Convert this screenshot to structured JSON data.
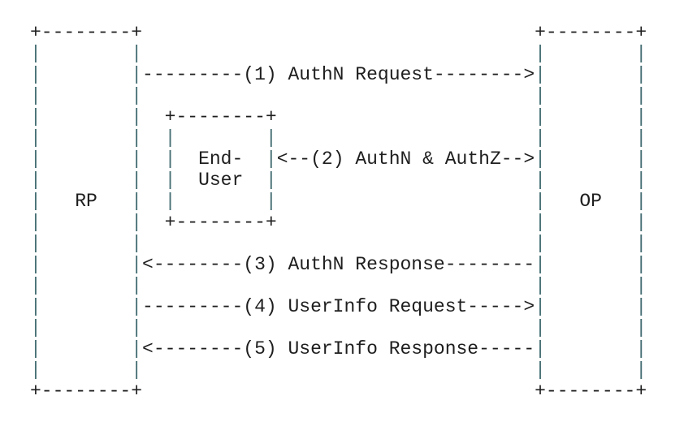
{
  "colors": {
    "background": "#ffffff",
    "text": "#1e1e1e",
    "pipe": "#466f74"
  },
  "diagram": {
    "participants": [
      {
        "id": "rp",
        "label": "RP"
      },
      {
        "id": "end_user",
        "label_line1": "End-",
        "label_line2": "User",
        "label": "End-User"
      },
      {
        "id": "op",
        "label": "OP"
      }
    ],
    "steps": [
      {
        "label": "(1) AuthN Request",
        "direction": "right"
      },
      {
        "label": "(2) AuthN & AuthZ",
        "direction": "both"
      },
      {
        "label": "(3) AuthN Response",
        "direction": "left"
      },
      {
        "label": "(4) UserInfo Request",
        "direction": "right"
      },
      {
        "label": "(5) UserInfo Response",
        "direction": "left"
      }
    ],
    "ascii_lines": [
      "+--------+                                   +--------+",
      "|        |                                   |        |",
      "|        |---------(1) AuthN Request-------->|        |",
      "|        |                                   |        |",
      "|        |  +--------+                       |        |",
      "|        |  |        |                       |        |",
      "|        |  |  End-  |<--(2) AuthN & AuthZ-->|        |",
      "|        |  |  User  |                       |        |",
      "|   RP   |  |        |                       |   OP   |",
      "|        |  +--------+                       |        |",
      "|        |                                   |        |",
      "|        |<--------(3) AuthN Response--------|        |",
      "|        |                                   |        |",
      "|        |---------(4) UserInfo Request----->|        |",
      "|        |                                   |        |",
      "|        |<--------(5) UserInfo Response-----|        |",
      "|        |                                   |        |",
      "+--------+                                   +--------+"
    ]
  }
}
